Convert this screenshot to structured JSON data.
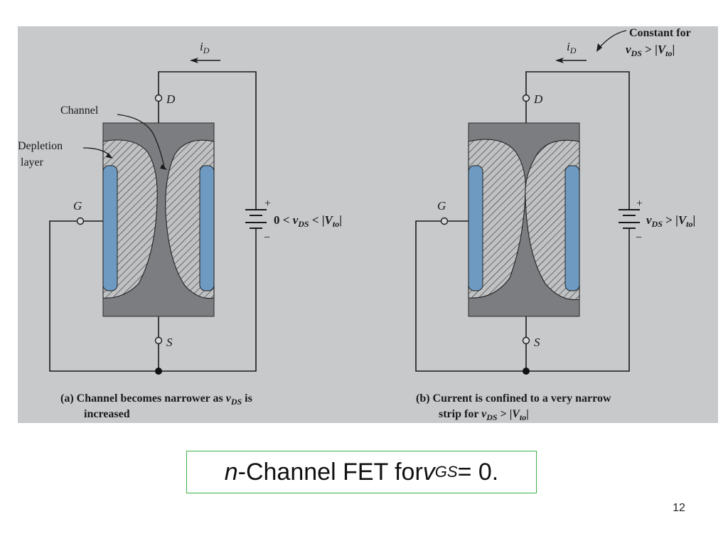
{
  "panel_a": {
    "current_label": "i",
    "current_sub": "D",
    "drain_label": "D",
    "gate_label": "G",
    "source_label": "S",
    "channel_label": "Channel",
    "depletion_label_1": "Depletion",
    "depletion_label_2": "layer",
    "plus": "+",
    "minus": "−",
    "voltage_pre": "0 < ",
    "v": "v",
    "v_sub": "DS",
    "voltage_mid": " < |",
    "V": "V",
    "V_sub": "to",
    "voltage_end": "|",
    "caption_1_pre": "(a) Channel becomes narrower as ",
    "caption_1_post": " is",
    "caption_2": "increased"
  },
  "panel_b": {
    "current_label": "i",
    "current_sub": "D",
    "drain_label": "D",
    "gate_label": "G",
    "source_label": "S",
    "note_1": "Constant for",
    "note_2_post": " > |",
    "note_2_end": "|",
    "plus": "+",
    "minus": "−",
    "voltage_mid": " > |",
    "voltage_end": "|",
    "v": "v",
    "v_sub": "DS",
    "V": "V",
    "V_sub": "to",
    "caption_1": "(b) Current is confined to a very narrow",
    "caption_2_pre": "strip for ",
    "caption_2_mid": " > |",
    "caption_2_end": "|"
  },
  "title": {
    "n": "n",
    "rest": "-Channel FET for ",
    "v": "v",
    "sub": "GS",
    "tail": " = 0."
  },
  "slide_number": "12",
  "colors": {
    "figure_bg": "#c7c9cb",
    "body": "#7b7d80",
    "plate": "#6e9ac2",
    "border": "#3cb043"
  }
}
